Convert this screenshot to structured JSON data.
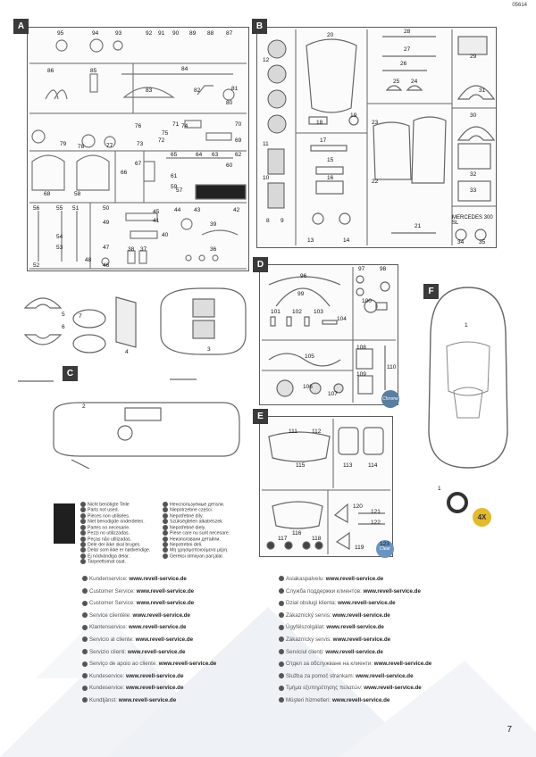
{
  "page": {
    "code": "05614",
    "number": "7"
  },
  "sprues": [
    {
      "letter": "A"
    },
    {
      "letter": "B"
    },
    {
      "letter": "C"
    },
    {
      "letter": "D"
    },
    {
      "letter": "E"
    },
    {
      "letter": "F"
    }
  ],
  "tags": {
    "tyres": "4X",
    "clear": "Clear",
    "chrome": "Chrome"
  },
  "car_label": "MERCEDES 300 SL",
  "part_numbers_A": [
    "95",
    "94",
    "93",
    "92",
    "91",
    "90",
    "89",
    "88",
    "87",
    "86",
    "85",
    "84",
    "83",
    "82",
    "81",
    "80",
    "79",
    "78",
    "77",
    "76",
    "75",
    "74",
    "73",
    "72",
    "71",
    "70",
    "69",
    "68",
    "67",
    "66",
    "65",
    "64",
    "63",
    "62",
    "61",
    "60",
    "59",
    "58",
    "57",
    "56",
    "55",
    "54",
    "53",
    "52",
    "51",
    "50",
    "49",
    "48",
    "47",
    "46",
    "45",
    "44",
    "43",
    "42",
    "41",
    "40",
    "39",
    "38",
    "37",
    "36"
  ],
  "part_numbers_B": [
    "12",
    "11",
    "10",
    "9",
    "8",
    "20",
    "18",
    "19",
    "17",
    "15",
    "16",
    "13",
    "14",
    "28",
    "27",
    "26",
    "25",
    "24",
    "29",
    "31",
    "30",
    "32",
    "33",
    "23",
    "22",
    "21",
    "34",
    "35"
  ],
  "part_numbers_C": [
    "2",
    "3",
    "4",
    "5",
    "6",
    "7"
  ],
  "part_numbers_D": [
    "96",
    "97",
    "98",
    "99",
    "100",
    "101",
    "102",
    "103",
    "104",
    "105",
    "106",
    "107",
    "108",
    "109",
    "110"
  ],
  "part_numbers_E": [
    "111",
    "112",
    "113",
    "114",
    "115",
    "116",
    "117",
    "118",
    "119",
    "120",
    "121",
    "122",
    "123"
  ],
  "part_numbers_F": [
    "1"
  ],
  "unused_parts": [
    "Nicht benötigte Teile",
    "Parts not used.",
    "Pièces non utilisées.",
    "Niet benodigde onderdelen.",
    "Partes no necesarie.",
    "Pezzi no utilizzadas.",
    "Peças não utilizadas.",
    "Dele der ikke skal bruges.",
    "Delar som ikke er nødvendige.",
    "Ej nödvändiga delar.",
    "Tarpeettomat osat.",
    "Ненспользуемые детали.",
    "Niepotrzebne części.",
    "Nepotřebné díly.",
    "Szükségtelen alkatrészek",
    "Nepotřebné diely.",
    "Piese care nu sunt necesare.",
    "Неизползвани детайли.",
    "Nepotrebni deli.",
    "Μη χρησιμοποιούμενα μέρη.",
    "Gereksi olmayan parçalar."
  ],
  "service_left": [
    {
      "label": "Kundenservice:",
      "url": "www.revell-service.de"
    },
    {
      "label": "Customer Service:",
      "url": "www.revell-service.de"
    },
    {
      "label": "Customer Service:",
      "url": "www.revell-service.de"
    },
    {
      "label": "Service clientèle:",
      "url": "www.revell-service.de"
    },
    {
      "label": "Klantenservice:",
      "url": "www.revell-service.de"
    },
    {
      "label": "Servicio al cliente:",
      "url": "www.revell-service.de"
    },
    {
      "label": "Servizio clienti:",
      "url": "www.revell-service.de"
    },
    {
      "label": "Serviço de apoio ao cliente:",
      "url": "www.revell-service.de"
    },
    {
      "label": "Kundeservice:",
      "url": "www.revell-service.de"
    },
    {
      "label": "Kundeservice:",
      "url": "www.revell-service.de"
    },
    {
      "label": "Kundtjänst:",
      "url": "www.revell-service.de"
    }
  ],
  "service_right": [
    {
      "label": "Asiakaspalvelu:",
      "url": "www.revell-service.de"
    },
    {
      "label": "Служба поддержки клиентов:",
      "url": "www.revell-service.de"
    },
    {
      "label": "Dział obsługi klienta:",
      "url": "www.revell-service.de"
    },
    {
      "label": "Zákaznický servis:",
      "url": "www.revell-service.de"
    },
    {
      "label": "Ügyfélszolgálat:",
      "url": "www.revell-service.de"
    },
    {
      "label": "Zákaznícky servis:",
      "url": "www.revell-service.de"
    },
    {
      "label": "Serviciul clienți:",
      "url": "www.revell-service.de"
    },
    {
      "label": "Отдел за обслужване на клиенти:",
      "url": "www.revell-service.de"
    },
    {
      "label": "Služba za pomoč strankam:",
      "url": "www.revell-service.de"
    },
    {
      "label": "Τμήμα εξυπηρέτησης πελατών:",
      "url": "www.revell-service.de"
    },
    {
      "label": "Müşteri hizmetleri:",
      "url": "www.revell-service.de"
    }
  ]
}
